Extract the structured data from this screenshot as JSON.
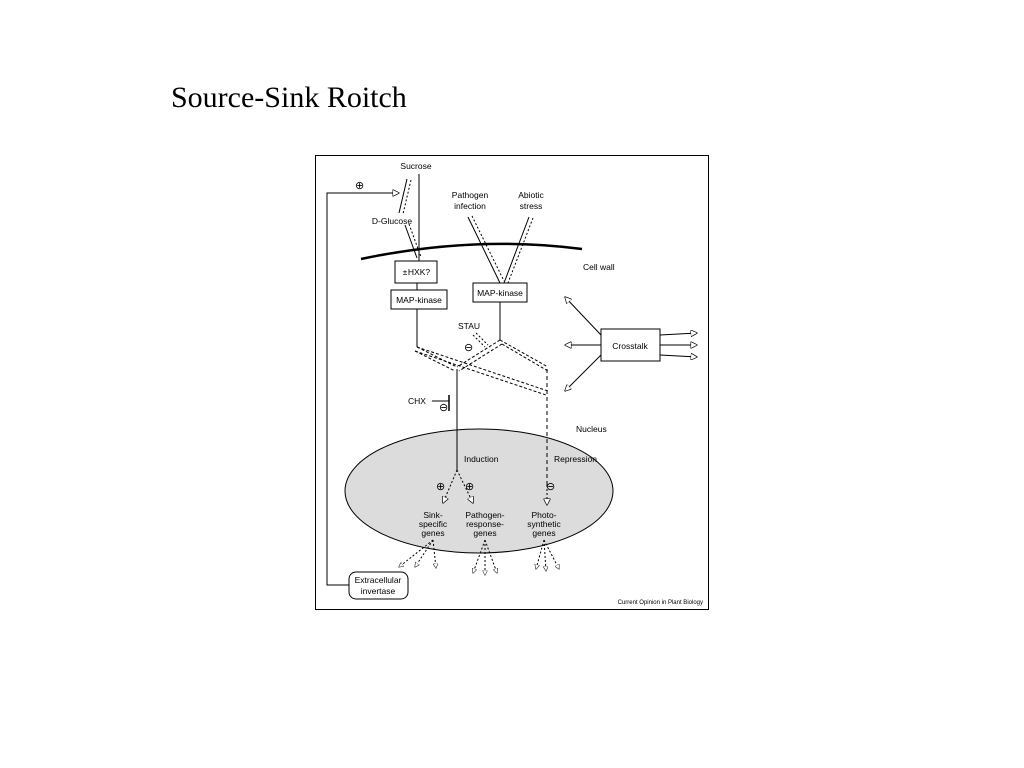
{
  "slide": {
    "title": "Source-Sink Roitch"
  },
  "figure": {
    "labels": {
      "sucrose": "Sucrose",
      "d_glucose": "D-Glucose",
      "pathogen": [
        "Pathogen",
        "infection"
      ],
      "abiotic": [
        "Abiotic",
        "stress"
      ],
      "cell_wall": "Cell wall",
      "hxk": "HXK?",
      "hxk_sign": "±",
      "map_kinase_left": "MAP-kinase",
      "map_kinase_right": "MAP-kinase",
      "stau": "STAU",
      "crosstalk": "Crosstalk",
      "chx": "CHX",
      "nucleus": "Nucleus",
      "induction": "Induction",
      "repression": "Repression",
      "sink_genes": [
        "Sink-",
        "specific",
        "genes"
      ],
      "pathogen_genes": [
        "Pathogen-",
        "response-",
        "genes"
      ],
      "photo_genes": [
        "Photo-",
        "synthetic",
        "genes"
      ],
      "invertase": [
        "Extracellular",
        "invertase"
      ],
      "credit": "Current Opinion in Plant Biology"
    },
    "symbols": {
      "plus": "⊕",
      "minus": "⊖"
    },
    "colors": {
      "nucleus_fill": "#dcdcdc",
      "stroke": "#000000",
      "background": "#ffffff"
    }
  }
}
